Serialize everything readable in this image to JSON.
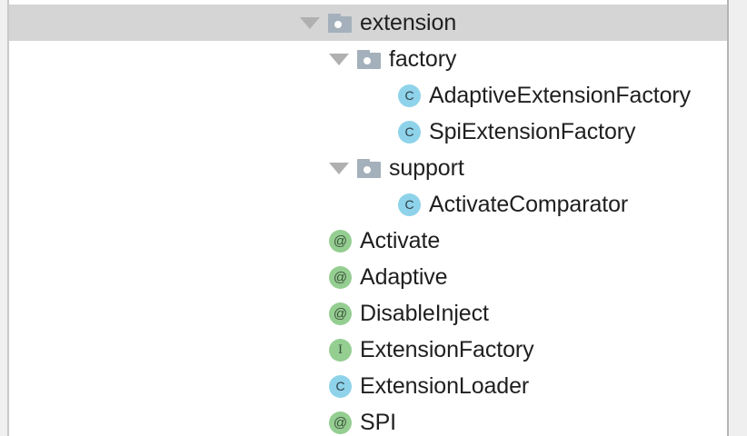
{
  "panel": {
    "name": "project-tree",
    "background": "#ffffff",
    "selection_color": "#d5d5d5",
    "text_color": "#1f1f1f"
  },
  "icon_colors": {
    "folder": "#a4b0bb",
    "class": "#8ed3ea",
    "annotation": "#94ce91",
    "interface": "#94ce91",
    "twisty": "#b0b0b0"
  },
  "tree": {
    "rows": [
      {
        "label": "extension",
        "icon": "folder-icon",
        "icon_glyph": "",
        "depth": 0,
        "expanded": true,
        "has_twisty": true,
        "selected": true,
        "kind": "package"
      },
      {
        "label": "factory",
        "icon": "folder-icon",
        "icon_glyph": "",
        "depth": 1,
        "expanded": true,
        "has_twisty": true,
        "selected": false,
        "kind": "package"
      },
      {
        "label": "AdaptiveExtensionFactory",
        "icon": "class-icon",
        "icon_glyph": "C",
        "depth": 2,
        "expanded": false,
        "has_twisty": false,
        "selected": false,
        "kind": "class"
      },
      {
        "label": "SpiExtensionFactory",
        "icon": "class-icon",
        "icon_glyph": "C",
        "depth": 2,
        "expanded": false,
        "has_twisty": false,
        "selected": false,
        "kind": "class"
      },
      {
        "label": "support",
        "icon": "folder-icon",
        "icon_glyph": "",
        "depth": 1,
        "expanded": true,
        "has_twisty": true,
        "selected": false,
        "kind": "package"
      },
      {
        "label": "ActivateComparator",
        "icon": "class-icon",
        "icon_glyph": "C",
        "depth": 2,
        "expanded": false,
        "has_twisty": false,
        "selected": false,
        "kind": "class"
      },
      {
        "label": "Activate",
        "icon": "annotation-icon",
        "icon_glyph": "@",
        "depth": 1,
        "expanded": false,
        "has_twisty": false,
        "selected": false,
        "kind": "annotation"
      },
      {
        "label": "Adaptive",
        "icon": "annotation-icon",
        "icon_glyph": "@",
        "depth": 1,
        "expanded": false,
        "has_twisty": false,
        "selected": false,
        "kind": "annotation"
      },
      {
        "label": "DisableInject",
        "icon": "annotation-icon",
        "icon_glyph": "@",
        "depth": 1,
        "expanded": false,
        "has_twisty": false,
        "selected": false,
        "kind": "annotation"
      },
      {
        "label": "ExtensionFactory",
        "icon": "interface-icon",
        "icon_glyph": "I",
        "depth": 1,
        "expanded": false,
        "has_twisty": false,
        "selected": false,
        "kind": "interface"
      },
      {
        "label": "ExtensionLoader",
        "icon": "class-icon",
        "icon_glyph": "C",
        "depth": 1,
        "expanded": false,
        "has_twisty": false,
        "selected": false,
        "kind": "class"
      },
      {
        "label": "SPI",
        "icon": "annotation-icon",
        "icon_glyph": "@",
        "depth": 1,
        "expanded": false,
        "has_twisty": false,
        "selected": false,
        "kind": "annotation"
      }
    ]
  }
}
